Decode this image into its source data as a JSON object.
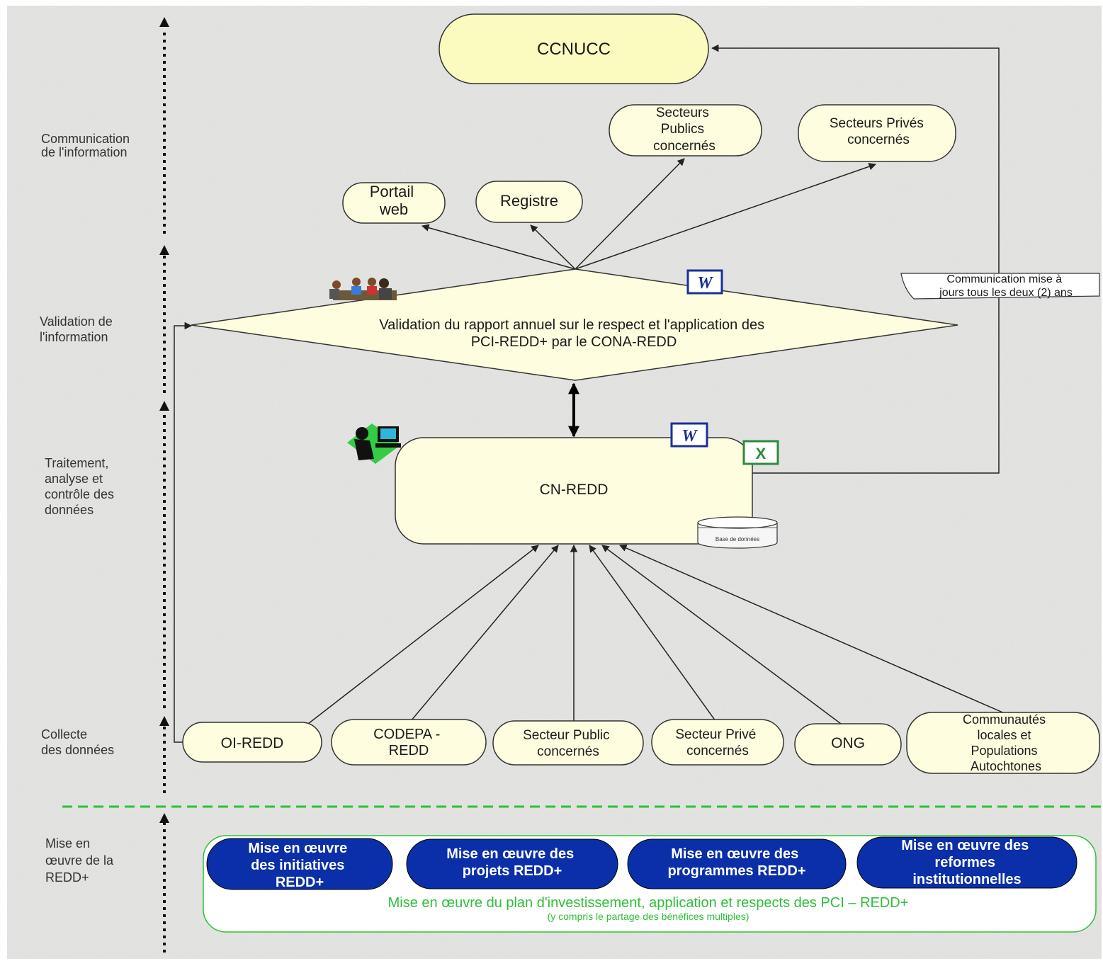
{
  "stages": {
    "communication": [
      "Communication",
      "de l'information"
    ],
    "validation": [
      "Validation de",
      "l'information"
    ],
    "traitement": [
      "Traitement,",
      "analyse et",
      "contrôle des",
      "données"
    ],
    "collecte": [
      "Collecte",
      "des données"
    ],
    "mise_en_oeuvre": [
      "Mise en",
      "œuvre de la",
      "REDD+"
    ]
  },
  "top": {
    "ccnucc": "CCNUCC",
    "secteurs_publics": [
      "Secteurs",
      "Publics",
      "concernés"
    ],
    "secteurs_prives": [
      "Secteurs Privés",
      "concernés"
    ],
    "portail": [
      "Portail",
      "web"
    ],
    "registre": "Registre",
    "callout": [
      "Communication mise à",
      "jours tous les deux (2) ans"
    ]
  },
  "validation": {
    "text": [
      "Validation du rapport annuel sur le respect et l'application des",
      "PCI-REDD+ par le CONA-REDD"
    ]
  },
  "cn_redd": {
    "label": "CN-REDD",
    "database_label": "Base de données",
    "word_icon_letter": "W",
    "excel_icon_letter": "X"
  },
  "collecte_nodes": [
    [
      "OI-REDD"
    ],
    [
      "CODEPA -",
      "REDD"
    ],
    [
      "Secteur Public",
      "concernés"
    ],
    [
      "Secteur Privé",
      "concernés"
    ],
    [
      "ONG"
    ],
    [
      "Communautés",
      "locales et",
      "Populations",
      "Autochtones"
    ]
  ],
  "redd_plus": {
    "pills": [
      [
        "Mise en œuvre",
        "des initiatives",
        "REDD+"
      ],
      [
        "Mise en œuvre des",
        "projets REDD+"
      ],
      [
        "Mise en œuvre des",
        "programmes REDD+"
      ],
      [
        "Mise en œuvre des",
        "reformes",
        "institutionnelles"
      ]
    ],
    "caption": "Mise en œuvre du plan d'investissement, application et respects des PCI – REDD+",
    "subcaption": "(y compris le partage des bénéfices multiples)"
  },
  "colors": {
    "background": "#e8e8e6",
    "node_fill": "#fffde0",
    "ccnucc_fill": "#fbfbc0",
    "pill_fill": "#0a2fa8",
    "caption_green": "#2fbf3a",
    "dashed_green": "#2fbf3a"
  }
}
